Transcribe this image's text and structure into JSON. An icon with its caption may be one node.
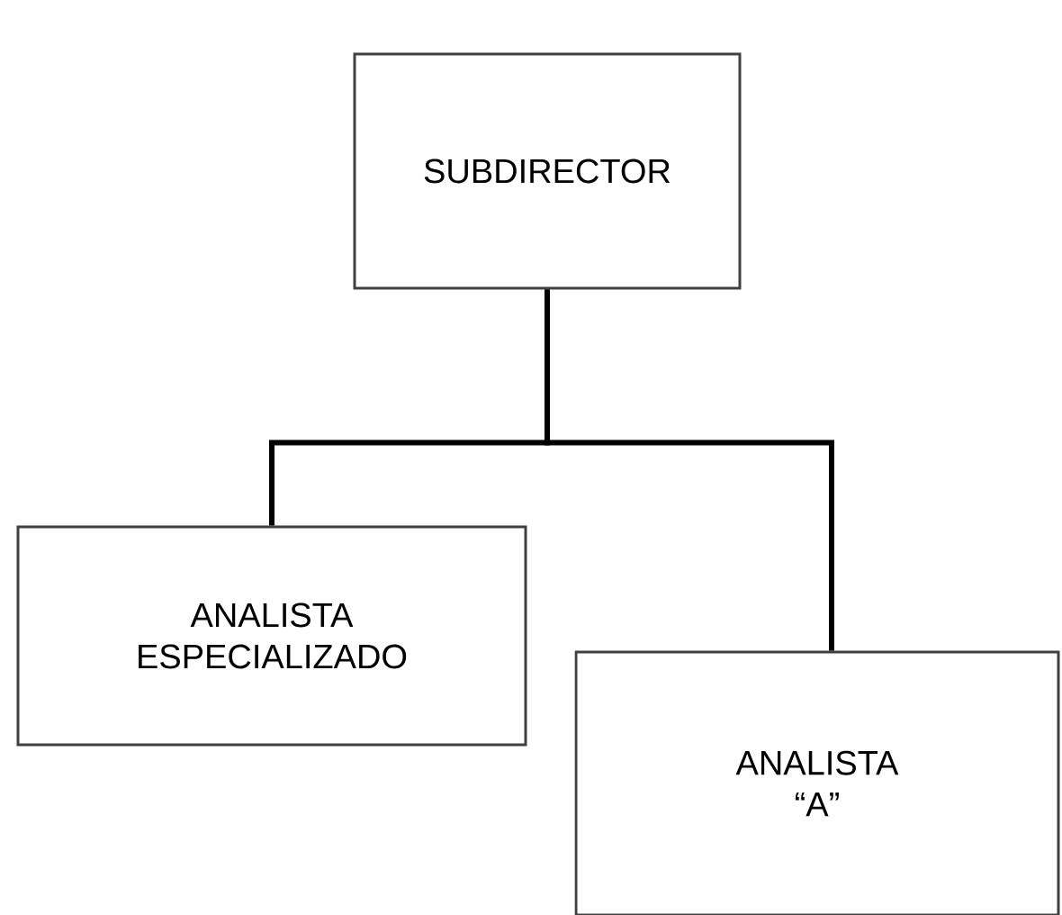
{
  "diagram": {
    "nodes": [
      {
        "text": [
          "SUBDIRECTOR"
        ]
      },
      {
        "text": [
          "ANALISTA ESPECIALIZADO"
        ]
      },
      {
        "text": [
          "ANALISTA “A”"
        ]
      }
    ],
    "edges": [
      {
        "from": 0,
        "to": 1,
        "arrow": "none"
      },
      {
        "from": 0,
        "to": 2,
        "arrow": "none"
      }
    ]
  }
}
